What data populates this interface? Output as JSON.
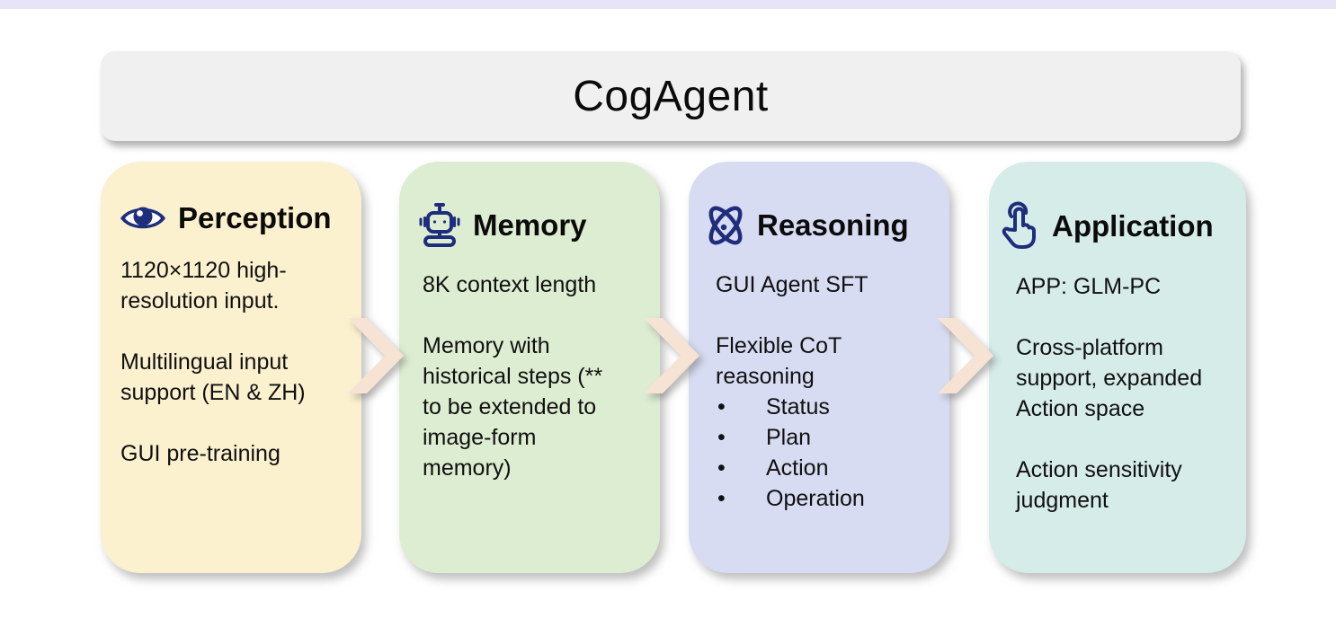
{
  "page": {
    "background": "#ffffff",
    "top_strip_color": "#e7e4f7"
  },
  "header": {
    "title": "CogAgent",
    "background": "#f0f0f1"
  },
  "icon_color": "#1e2d7c",
  "arrow_color": "#f7e3d3",
  "cards": [
    {
      "id": "perception",
      "title": "Perception",
      "icon": "eye-icon",
      "background": "#fbf1cf",
      "paragraphs": [
        "1120×1120 high-resolution input.",
        "Multilingual input support (EN & ZH)",
        "GUI pre-training"
      ]
    },
    {
      "id": "memory",
      "title": "Memory",
      "icon": "robot-icon",
      "background": "#ddedd2",
      "paragraphs": [
        "8K context length",
        "Memory with historical steps (** to be extended to image-form memory)"
      ]
    },
    {
      "id": "reasoning",
      "title": "Reasoning",
      "icon": "atom-icon",
      "background": "#d8dcf2",
      "paragraphs": [
        "GUI Agent SFT",
        "Flexible CoT reasoning"
      ],
      "bullets": [
        "Status",
        "Plan",
        "Action",
        "Operation"
      ],
      "bullet_char": "•"
    },
    {
      "id": "application",
      "title": "Application",
      "icon": "tap-hand-icon",
      "background": "#d6ece9",
      "paragraphs": [
        "APP: GLM-PC",
        "Cross-platform support, expanded Action space",
        "Action sensitivity judgment"
      ]
    }
  ]
}
